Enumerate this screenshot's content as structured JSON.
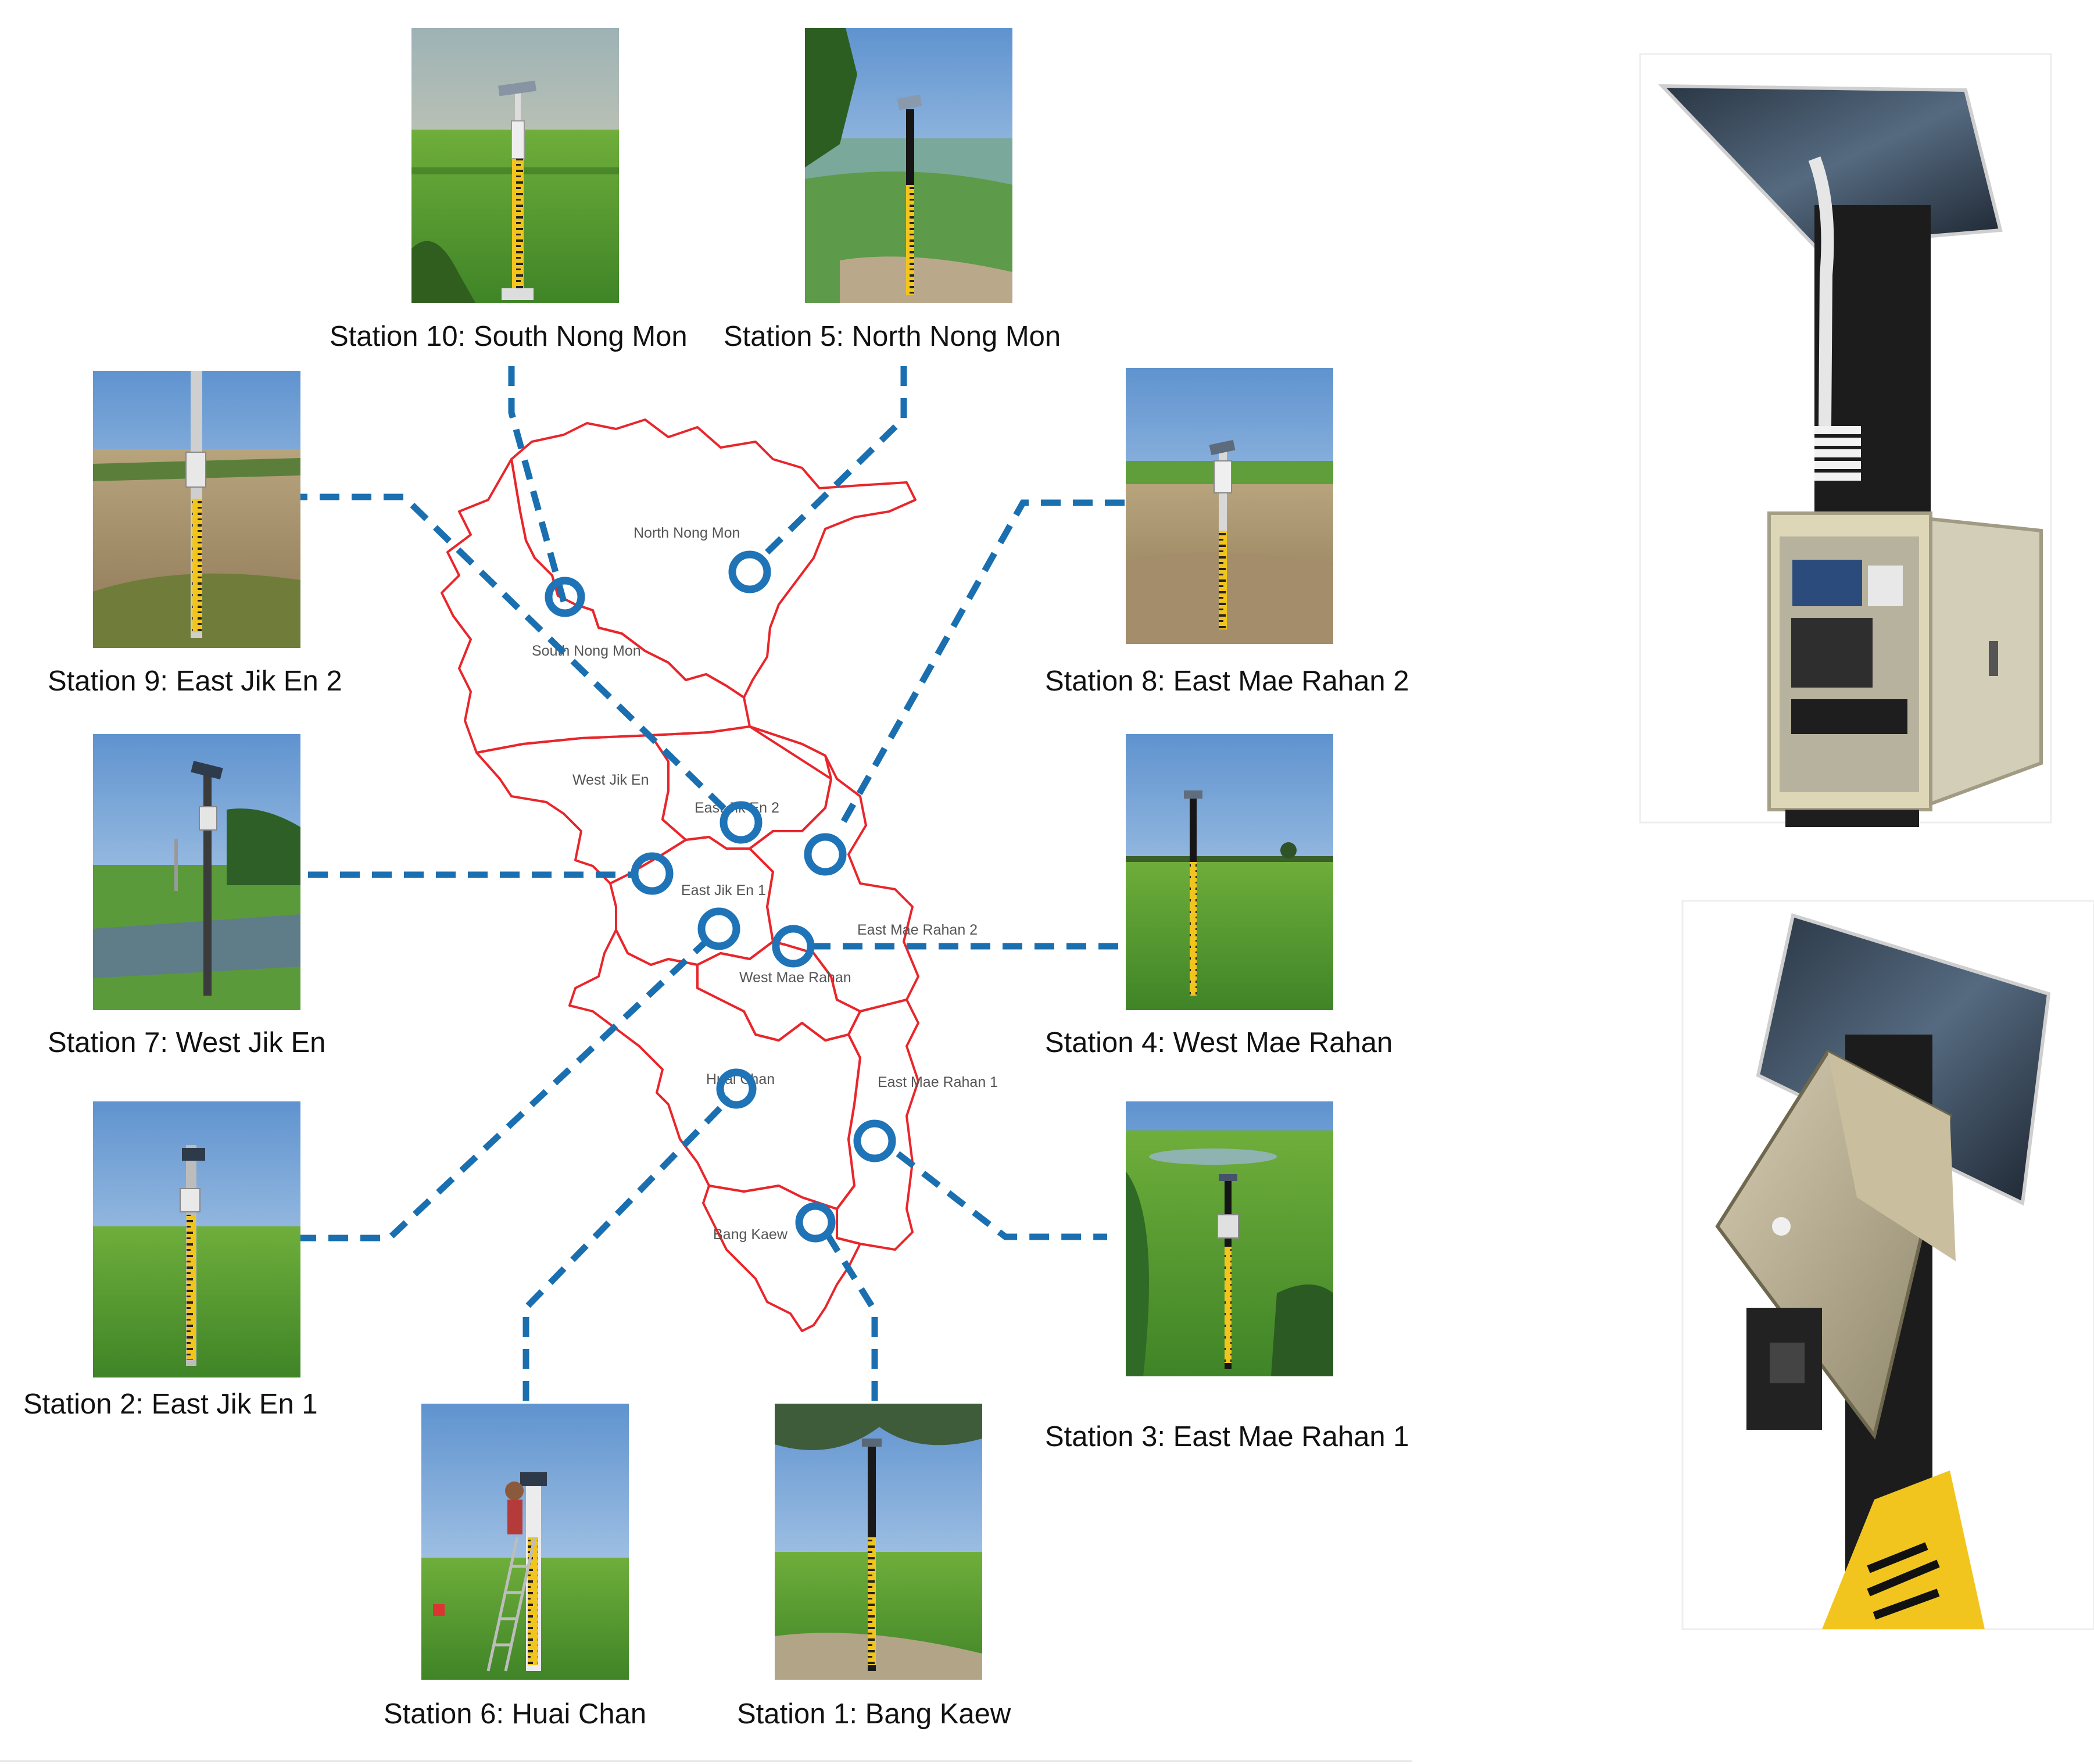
{
  "map": {
    "regions": [
      {
        "id": "north-nong-mon",
        "label": "North Nong Mon"
      },
      {
        "id": "south-nong-mon",
        "label": "South Nong Mon"
      },
      {
        "id": "west-jik-en",
        "label": "West Jik En"
      },
      {
        "id": "east-jik-en-2",
        "label": "East Jik En 2"
      },
      {
        "id": "east-jik-en-1",
        "label": "East Jik En 1"
      },
      {
        "id": "east-mae-rahan-2",
        "label": "East Mae Rahan 2"
      },
      {
        "id": "west-mae-rahan",
        "label": "West Mae Rahan"
      },
      {
        "id": "huai-chan",
        "label": "Huai Chan"
      },
      {
        "id": "east-mae-rahan-1",
        "label": "East Mae Rahan 1"
      },
      {
        "id": "bang-kaew",
        "label": "Bang Kaew"
      }
    ],
    "colors": {
      "boundary": "#e8262b",
      "marker": "#1f73b7",
      "leader": "#1a6fb0"
    }
  },
  "stations": [
    {
      "id": "s10",
      "caption": "Station 10: South Nong Mon",
      "scene": "field-gauge-solar"
    },
    {
      "id": "s5",
      "caption": "Station 5: North Nong Mon",
      "scene": "flooded-field-gauge"
    },
    {
      "id": "s9",
      "caption": "Station 9: East Jik En 2",
      "scene": "plowed-field-gauge"
    },
    {
      "id": "s8",
      "caption": "Station 8: East Mae Rahan 2",
      "scene": "dry-field-gauge"
    },
    {
      "id": "s7",
      "caption": "Station 7: West Jik En",
      "scene": "canal-gauge"
    },
    {
      "id": "s4",
      "caption": "Station 4: West Mae Rahan",
      "scene": "rice-field-gauge"
    },
    {
      "id": "s2",
      "caption": "Station 2: East Jik En 1",
      "scene": "grass-field-gauge"
    },
    {
      "id": "s3",
      "caption": "Station 3: East Mae Rahan 1",
      "scene": "pond-field-gauge"
    },
    {
      "id": "s6",
      "caption": "Station 6: Huai Chan",
      "scene": "installation-ladder"
    },
    {
      "id": "s1",
      "caption": "Station 1: Bang Kaew",
      "scene": "tree-field-gauge"
    }
  ],
  "equipment": [
    {
      "id": "logger-cabinet",
      "scene": "solar-panel-and-open-logger-cabinet"
    },
    {
      "id": "sensor-box",
      "scene": "solar-panel-and-sensor-box-on-pole"
    }
  ]
}
